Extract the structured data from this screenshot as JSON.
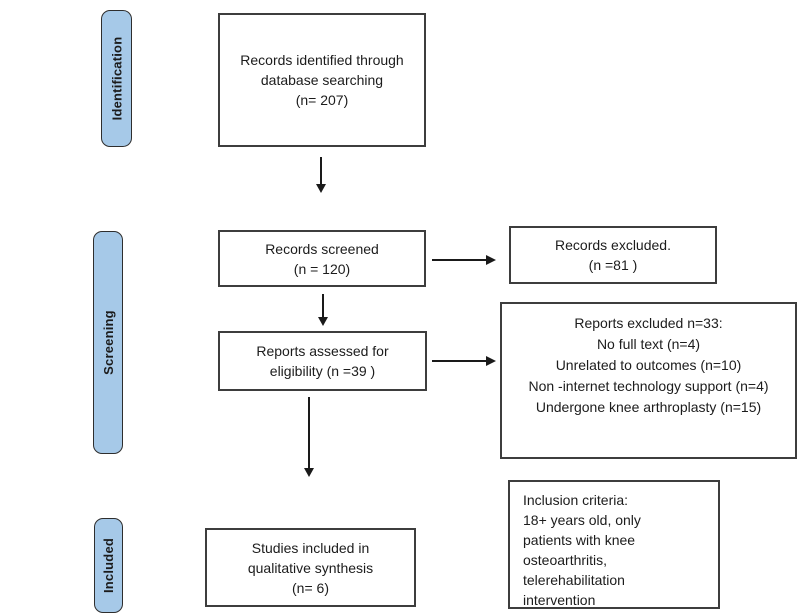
{
  "colors": {
    "stage_fill": "#a6c9e8",
    "stage_border": "#2e2e2e",
    "box_border": "#3d3d3d",
    "text": "#1c1c1c",
    "arrow": "#1a1a1a"
  },
  "sidebar": {
    "stages": [
      {
        "label": "Identification"
      },
      {
        "label": "Screening"
      },
      {
        "label": "Included"
      }
    ]
  },
  "flow": {
    "records_identified": {
      "lines": [
        "Records identified through",
        "database searching",
        "(n= 207)"
      ]
    },
    "records_screened": {
      "lines": [
        "Records screened",
        "(n = 120)"
      ]
    },
    "records_excluded": {
      "lines": [
        "Records excluded.",
        "(n =81 )"
      ]
    },
    "reports_assessed": {
      "lines": [
        "Reports assessed for",
        "eligibility (n =39 )"
      ]
    },
    "reports_excluded": {
      "lines": [
        "Reports excluded n=33:",
        "No full text (n=4)",
        "Unrelated to outcomes (n=10)",
        "Non -internet technology support (n=4)",
        "Undergone knee arthroplasty (n=15)"
      ]
    },
    "studies_included": {
      "lines": [
        "Studies included in",
        "qualitative synthesis",
        "(n= 6)"
      ]
    },
    "inclusion_criteria": {
      "lines": [
        "Inclusion criteria:",
        "18+ years old, only",
        "patients with knee",
        "osteoarthritis,",
        "telerehabilitation",
        "intervention"
      ]
    }
  }
}
